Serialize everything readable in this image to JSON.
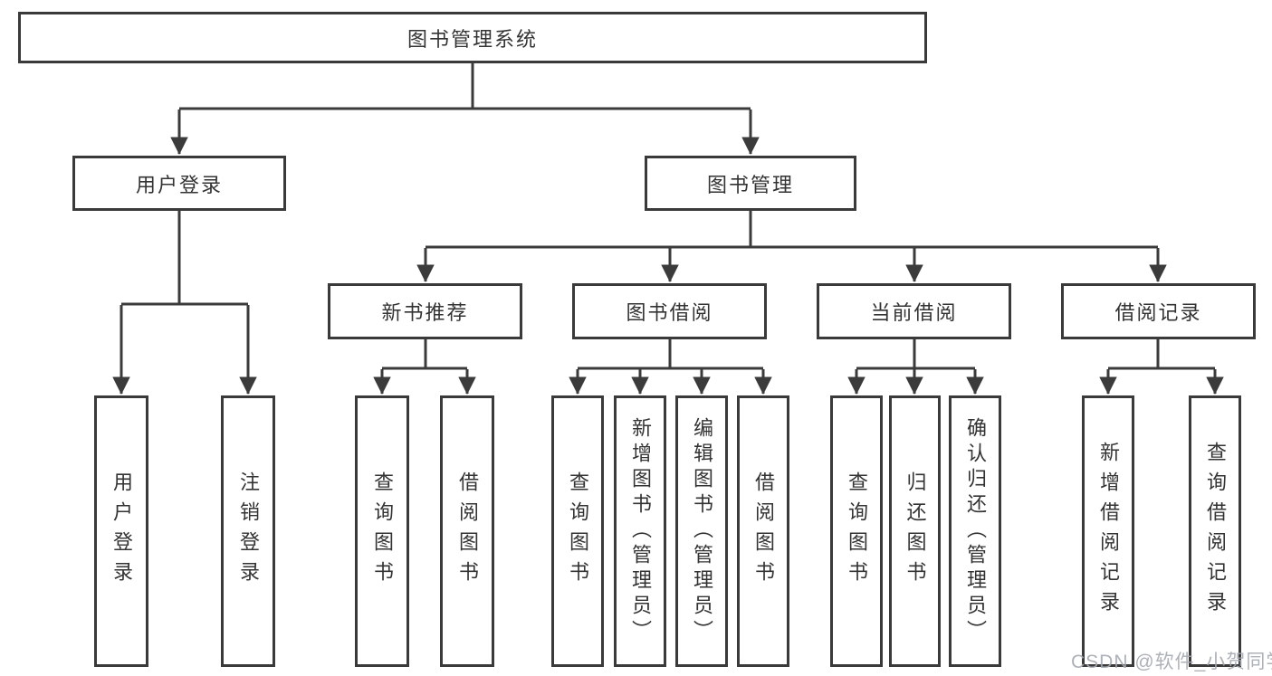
{
  "diagram": {
    "title_node": "图书管理系统",
    "branches": [
      {
        "label": "用户登录",
        "children": [
          "用户登录",
          "注销登录"
        ]
      },
      {
        "label": "图书管理",
        "children": [
          {
            "label": "新书推荐",
            "children": [
              "查询图书",
              "借阅图书"
            ]
          },
          {
            "label": "图书借阅",
            "children": [
              "查询图书",
              "新增图书（管理员）",
              "编辑图书（管理员）",
              "借阅图书"
            ]
          },
          {
            "label": "当前借阅",
            "children": [
              "查询图书",
              "归还图书",
              "确认归还（管理员）"
            ]
          },
          {
            "label": "借阅记录",
            "children": [
              "新增借阅记录",
              "查询借阅记录"
            ]
          }
        ]
      }
    ]
  },
  "watermark": "CSDN @软件_小贺同学",
  "colors": {
    "line": "#3b3b3b",
    "box_border": "#3a3a3a",
    "text": "#333333",
    "background": "#ffffff",
    "watermark": "#a4a9b0"
  }
}
